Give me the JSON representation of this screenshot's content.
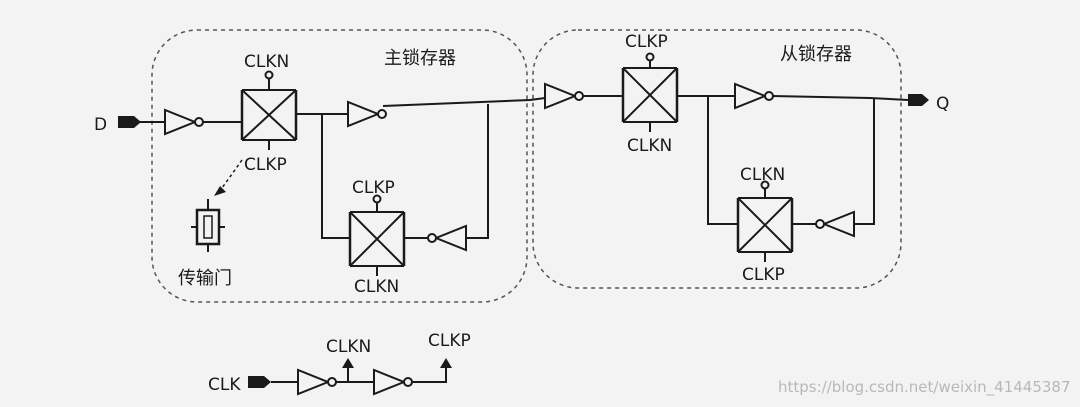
{
  "labels": {
    "master": "主锁存器",
    "slave": "从锁存器",
    "transmission_gate": "传输门",
    "input_d": "D",
    "output_q": "Q",
    "clk": "CLK",
    "clkn": "CLKN",
    "clkp": "CLKP"
  },
  "watermark": "https://blog.csdn.net/weixin_41445387"
}
